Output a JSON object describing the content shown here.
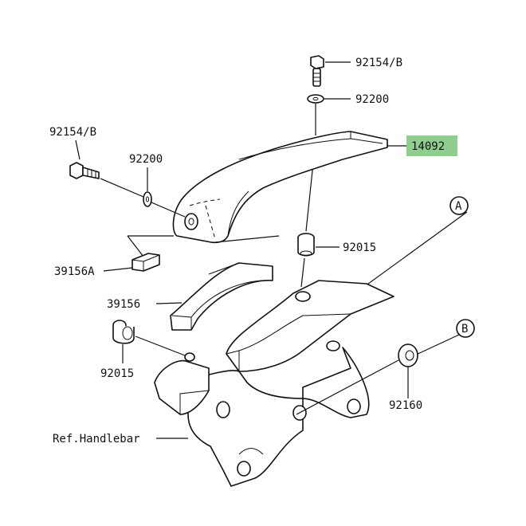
{
  "parts": {
    "bolt_top": "92154/B",
    "washer_top": "92200",
    "cover": "14092",
    "bolt_left": "92154/B",
    "washer_left": "92200",
    "damper": "39156A",
    "pad": "39156",
    "collar_right": "92015",
    "collar_left": "92015",
    "grommet": "92160",
    "ref_handlebar": "Ref.Handlebar"
  },
  "callouts": {
    "a": "A",
    "b": "B"
  },
  "colors": {
    "highlight": "#8fce8f",
    "line": "#111111"
  }
}
